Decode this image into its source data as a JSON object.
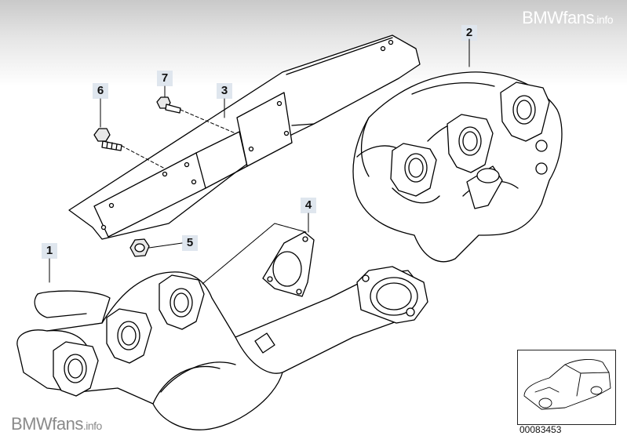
{
  "watermarks": {
    "top_main": "BMWfans",
    "top_suffix": ".info",
    "bottom_main": "BMWfans",
    "bottom_suffix": ".info"
  },
  "callouts": [
    {
      "id": "1",
      "label": "1"
    },
    {
      "id": "2",
      "label": "2"
    },
    {
      "id": "3",
      "label": "3"
    },
    {
      "id": "4",
      "label": "4"
    },
    {
      "id": "5",
      "label": "5"
    },
    {
      "id": "6",
      "label": "6"
    },
    {
      "id": "7",
      "label": "7"
    }
  ],
  "thumbnail": {
    "reference_number": "00083453"
  },
  "colors": {
    "callout_bg": "#dfe6ee",
    "line": "#000000",
    "part_fill": "#ffffff"
  }
}
